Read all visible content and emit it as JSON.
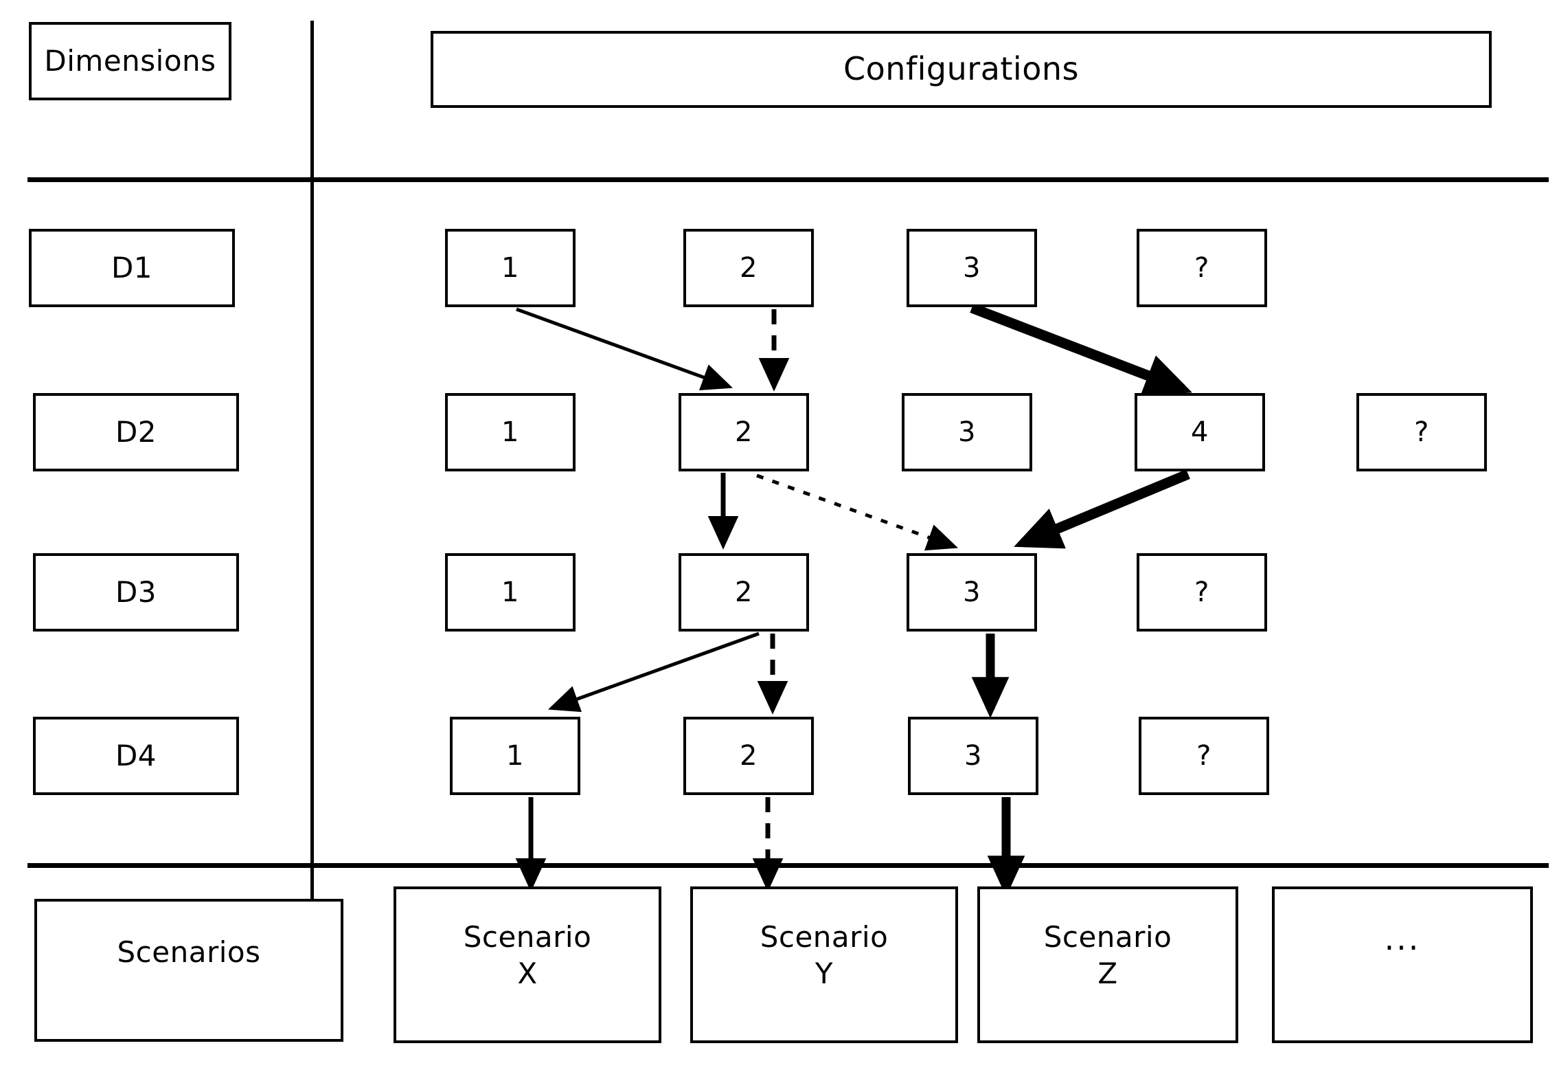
{
  "header": {
    "dimensions_label": "Dimensions",
    "configurations_label": "Configurations"
  },
  "footer": {
    "scenarios_label": "Scenarios"
  },
  "colors": {
    "line": "#000000",
    "background": "#ffffff"
  },
  "rows": [
    {
      "key": "d1",
      "label": "D1",
      "options": [
        "1",
        "2",
        "3",
        "?"
      ]
    },
    {
      "key": "d2",
      "label": "D2",
      "options": [
        "1",
        "2",
        "3",
        "4",
        "?"
      ]
    },
    {
      "key": "d3",
      "label": "D3",
      "options": [
        "1",
        "2",
        "3",
        "?"
      ]
    },
    {
      "key": "d4",
      "label": "D4",
      "options": [
        "1",
        "2",
        "3",
        "?"
      ]
    }
  ],
  "scenarios": [
    {
      "key": "x",
      "label": "Scenario\nX"
    },
    {
      "key": "y",
      "label": "Scenario\nY"
    },
    {
      "key": "z",
      "label": "Scenario\nZ"
    },
    {
      "key": "more",
      "label": "..."
    }
  ],
  "paths": [
    {
      "id": "p1",
      "style": "thin-solid",
      "from": "D1.1",
      "to": "D2.2"
    },
    {
      "id": "p2",
      "style": "dashed",
      "from": "D1.2",
      "to": "D2.2"
    },
    {
      "id": "p3",
      "style": "thick-solid",
      "from": "D1.3",
      "to": "D2.4"
    },
    {
      "id": "p4",
      "style": "thin-solid",
      "from": "D2.2",
      "to": "D3.2"
    },
    {
      "id": "p5",
      "style": "dotted",
      "from": "D2.2",
      "to": "D3.3"
    },
    {
      "id": "p6",
      "style": "thick-solid",
      "from": "D2.4",
      "to": "D3.3"
    },
    {
      "id": "p7",
      "style": "thin-solid",
      "from": "D3.2",
      "to": "D4.1"
    },
    {
      "id": "p8",
      "style": "dashed",
      "from": "D3.2",
      "to": "D4.2"
    },
    {
      "id": "p9",
      "style": "thick-solid",
      "from": "D3.3",
      "to": "D4.3"
    },
    {
      "id": "p10",
      "style": "thin-solid",
      "from": "D4.1",
      "to": "Scenario.X"
    },
    {
      "id": "p11",
      "style": "dashed",
      "from": "D4.2",
      "to": "Scenario.Y"
    },
    {
      "id": "p12",
      "style": "thick-solid",
      "from": "D4.3",
      "to": "Scenario.Z"
    }
  ]
}
